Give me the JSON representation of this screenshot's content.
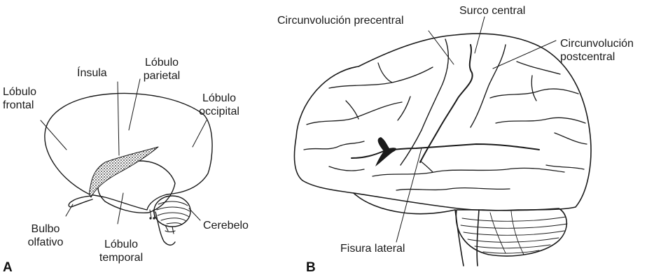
{
  "panel_a": {
    "letter": "A",
    "labels": {
      "frontal_1": "Lóbulo",
      "frontal_2": "frontal",
      "insula": "Ínsula",
      "parietal_1": "Lóbulo",
      "parietal_2": "parietal",
      "occipital_1": "Lóbulo",
      "occipital_2": "occipital",
      "bulbo_1": "Bulbo",
      "bulbo_2": "olfativo",
      "temporal_1": "Lóbulo",
      "temporal_2": "temporal",
      "cerebelo": "Cerebelo"
    }
  },
  "panel_b": {
    "letter": "B",
    "labels": {
      "precentral": "Circunvolución precentral",
      "surco_central": "Surco central",
      "postcentral_1": "Circunvolución",
      "postcentral_2": "postcentral",
      "fisura_lateral": "Fisura lateral"
    }
  },
  "colors": {
    "ink": "#1a1a1a",
    "background": "#ffffff"
  }
}
